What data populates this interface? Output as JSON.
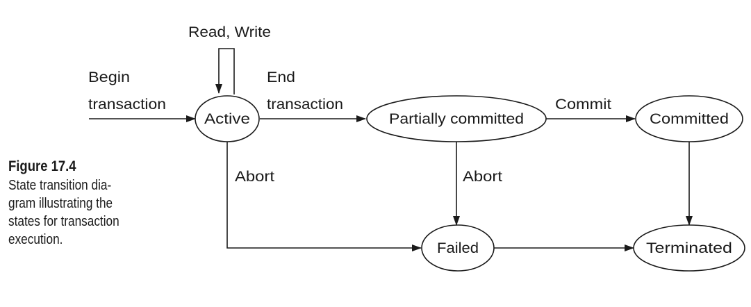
{
  "caption": {
    "number": "Figure 17.4",
    "lines": [
      "State transition dia-",
      "gram illustrating the",
      "states for transaction",
      "execution."
    ]
  },
  "states": {
    "active": "Active",
    "partially_committed": "Partially committed",
    "committed": "Committed",
    "failed": "Failed",
    "terminated": "Terminated"
  },
  "transitions": {
    "begin": [
      "Begin",
      "transaction"
    ],
    "read_write": "Read, Write",
    "end": [
      "End",
      "transaction"
    ],
    "commit": "Commit",
    "abort_active": "Abort",
    "abort_partial": "Abort"
  },
  "colors": {
    "ink": "#1a1a1a",
    "background": "#ffffff"
  }
}
